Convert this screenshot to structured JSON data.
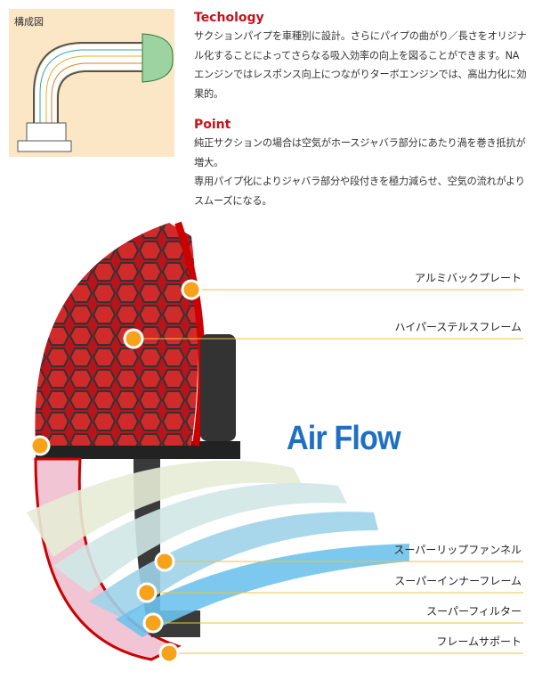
{
  "diagram": {
    "label": "構成図"
  },
  "technology": {
    "heading": "Techology",
    "body": "サクションパイプを車種別に設計。さらにパイプの曲がり／長さをオリジナル化することによってさらなる吸入効率の向上を図ることができます。NAエンジンではレスポンス向上につながりターボエンジンでは、高出力化に効果的。"
  },
  "point": {
    "heading": "Point",
    "body1": "純正サクションの場合は空気がホースジャバラ部分にあたり渦を巻き抵抗が増大。",
    "body2": "専用パイプ化によりジャバラ部分や段付きを極力減らせ、空気の流れがよりスムーズになる。"
  },
  "hero": {
    "airflow": "Air Flow",
    "callouts": [
      "アルミバックプレート",
      "ハイパーステルスフレーム",
      "スーパーリップファンネル",
      "スーパーインナーフレーム",
      "スーパーフィルター",
      "フレームサポート"
    ]
  },
  "colors": {
    "accent": "#c8111a",
    "callout_dot": "#f7a21b",
    "line": "#f0c040",
    "airflow": "#1f6fc2"
  }
}
